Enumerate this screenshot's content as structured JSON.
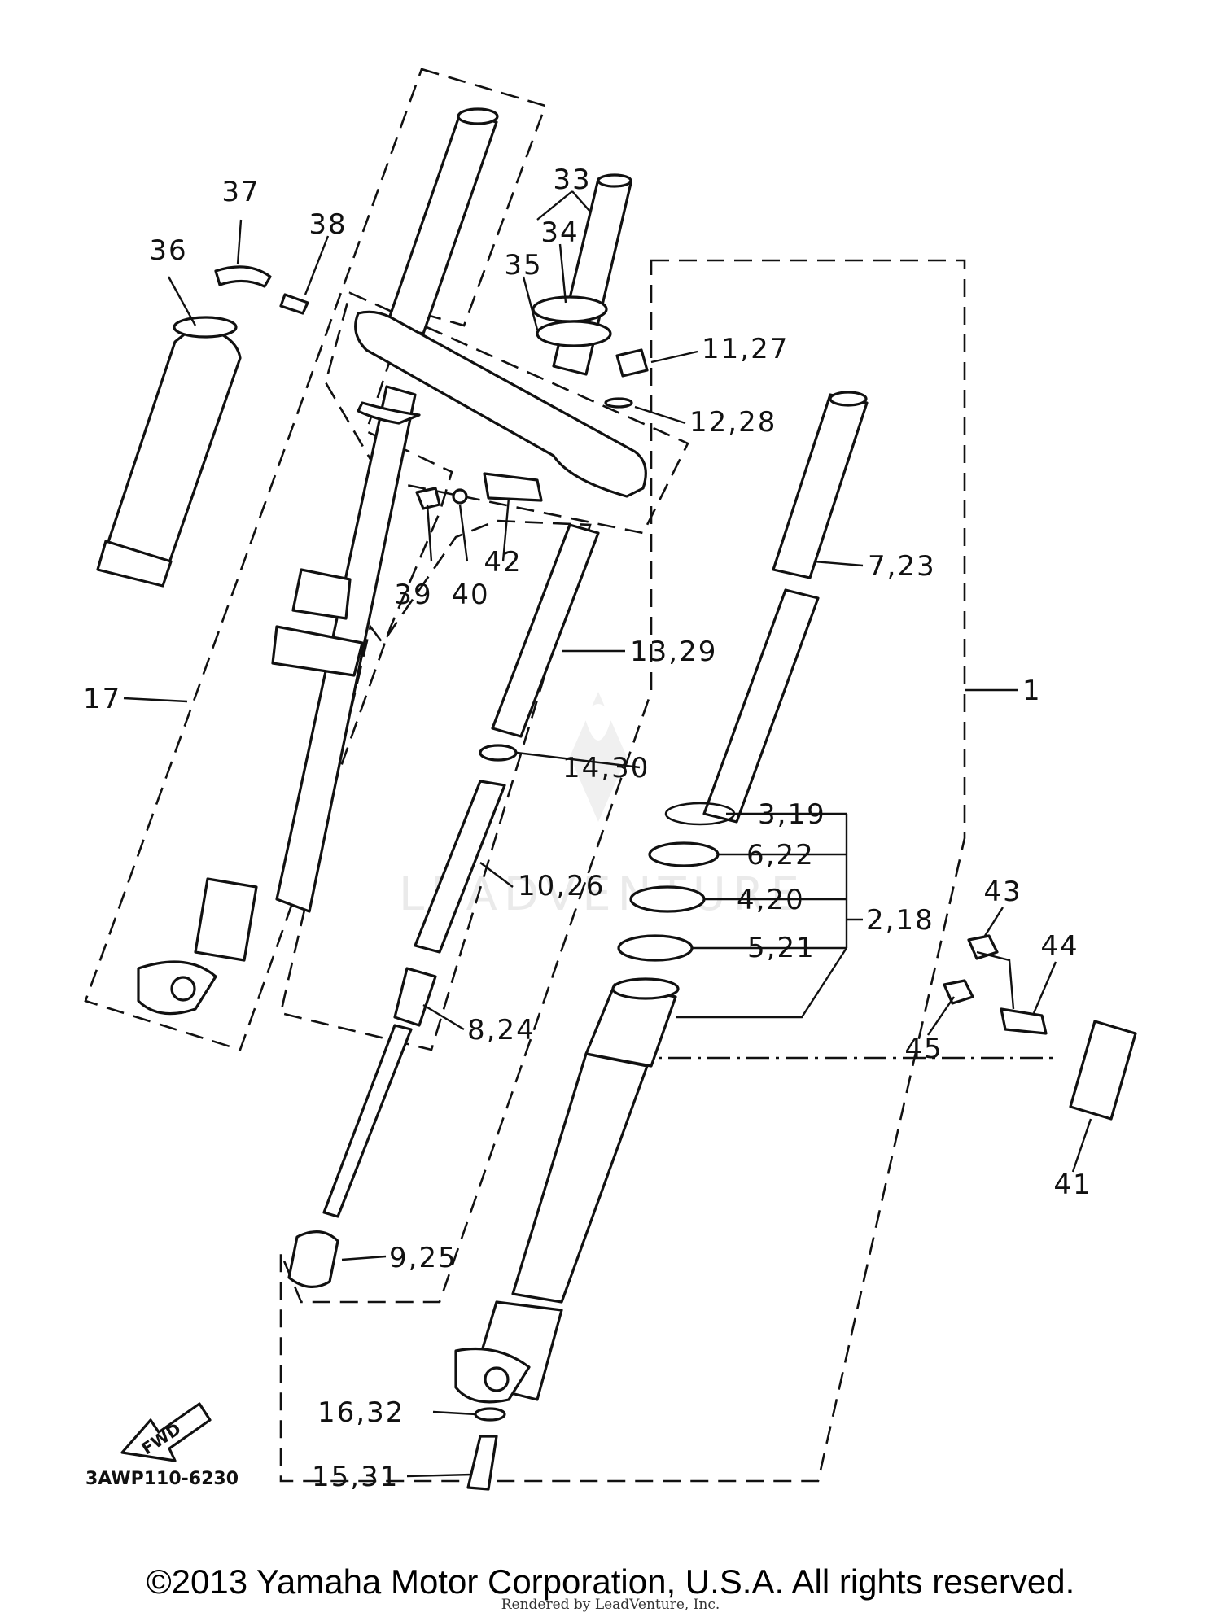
{
  "diagram": {
    "drawing_code": "3AWP110-6230",
    "fwd_label": "FWD",
    "watermark": "LEADVENTURE",
    "callouts": [
      {
        "id": "c1",
        "text": "1"
      },
      {
        "id": "c2_18",
        "text": "2,18"
      },
      {
        "id": "c3_19",
        "text": "3,19"
      },
      {
        "id": "c4_20",
        "text": "4,20"
      },
      {
        "id": "c5_21",
        "text": "5,21"
      },
      {
        "id": "c6_22",
        "text": "6,22"
      },
      {
        "id": "c7_23",
        "text": "7,23"
      },
      {
        "id": "c8_24",
        "text": "8,24"
      },
      {
        "id": "c9_25",
        "text": "9,25"
      },
      {
        "id": "c10_26",
        "text": "10,26"
      },
      {
        "id": "c11_27",
        "text": "11,27"
      },
      {
        "id": "c12_28",
        "text": "12,28"
      },
      {
        "id": "c13_29",
        "text": "13,29"
      },
      {
        "id": "c14_30",
        "text": "14,30"
      },
      {
        "id": "c15_31",
        "text": "15,31"
      },
      {
        "id": "c16_32",
        "text": "16,32"
      },
      {
        "id": "c17",
        "text": "17"
      },
      {
        "id": "c33",
        "text": "33"
      },
      {
        "id": "c34",
        "text": "34"
      },
      {
        "id": "c35",
        "text": "35"
      },
      {
        "id": "c36",
        "text": "36"
      },
      {
        "id": "c37",
        "text": "37"
      },
      {
        "id": "c38",
        "text": "38"
      },
      {
        "id": "c39",
        "text": "39"
      },
      {
        "id": "c40",
        "text": "40"
      },
      {
        "id": "c41",
        "text": "41"
      },
      {
        "id": "c42",
        "text": "42"
      },
      {
        "id": "c43",
        "text": "43"
      },
      {
        "id": "c44",
        "text": "44"
      },
      {
        "id": "c45",
        "text": "45"
      }
    ]
  },
  "footer": {
    "copyright": "©2013 Yamaha Motor Corporation, U.S.A. All rights reserved.",
    "rendered_by": "Rendered by LeadVenture, Inc."
  }
}
